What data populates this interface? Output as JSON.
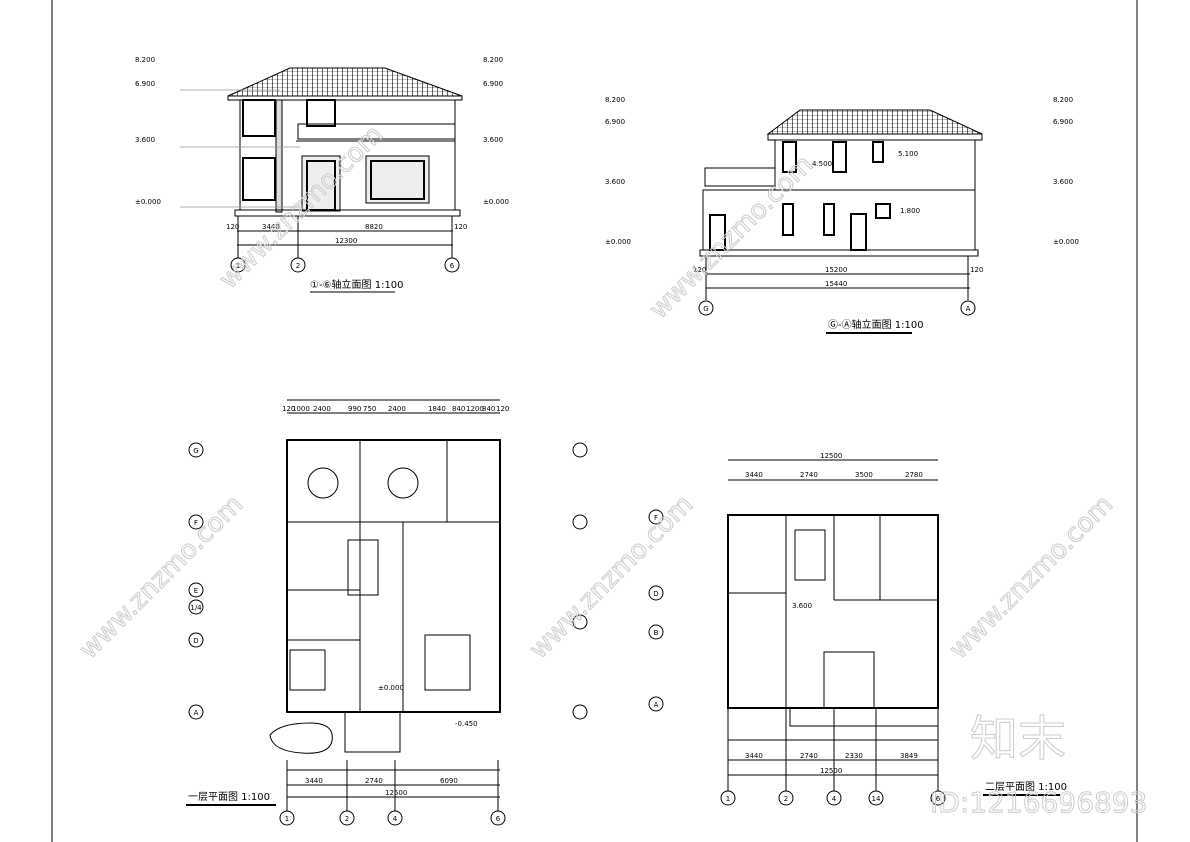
{
  "elev1": {
    "title": "①-⑥轴立面图 1:100",
    "levels": [
      "8.200",
      "6.900",
      "3.600",
      "±0.000"
    ],
    "dims": [
      "120",
      "3440",
      "8820",
      "120",
      "12300"
    ],
    "axes": [
      "1",
      "2",
      "6"
    ]
  },
  "elev2": {
    "title": "Ⓖ-Ⓐ轴立面图 1:100",
    "levels": [
      "8.200",
      "6.900",
      "3.600",
      "±0.000"
    ],
    "marks": [
      "4.500",
      "5.100",
      "1.800"
    ],
    "dims": [
      "120",
      "15200",
      "120",
      "15440"
    ],
    "axes": [
      "G",
      "A"
    ]
  },
  "plan1": {
    "title": "一层平面图 1:100",
    "top_dims": [
      "120",
      "1000",
      "2400",
      "990",
      "750",
      "2400",
      "1840",
      "840",
      "1200",
      "840",
      "120"
    ],
    "bottom_dims": [
      "3440",
      "2740",
      "6090",
      "12500"
    ],
    "row_axes": [
      "G",
      "F",
      "E",
      "1/4",
      "D",
      "A"
    ],
    "col_axes": [
      "1",
      "2",
      "4",
      "6"
    ],
    "level": "±0.000",
    "level2": "-0.450"
  },
  "plan2": {
    "title": "二层平面图 1:100",
    "top_dims": [
      "3440",
      "2740",
      "3500",
      "2780",
      "12500"
    ],
    "bottom_dims": [
      "3440",
      "2740",
      "2330",
      "3849",
      "12500"
    ],
    "row_axes": [
      "F",
      "D",
      "B",
      "A"
    ],
    "col_axes": [
      "1",
      "2",
      "4",
      "14",
      "6"
    ],
    "level": "3.600"
  },
  "watermark": {
    "brand": "知末",
    "id": "ID:1216696893",
    "site": "www.znzmo.com"
  }
}
